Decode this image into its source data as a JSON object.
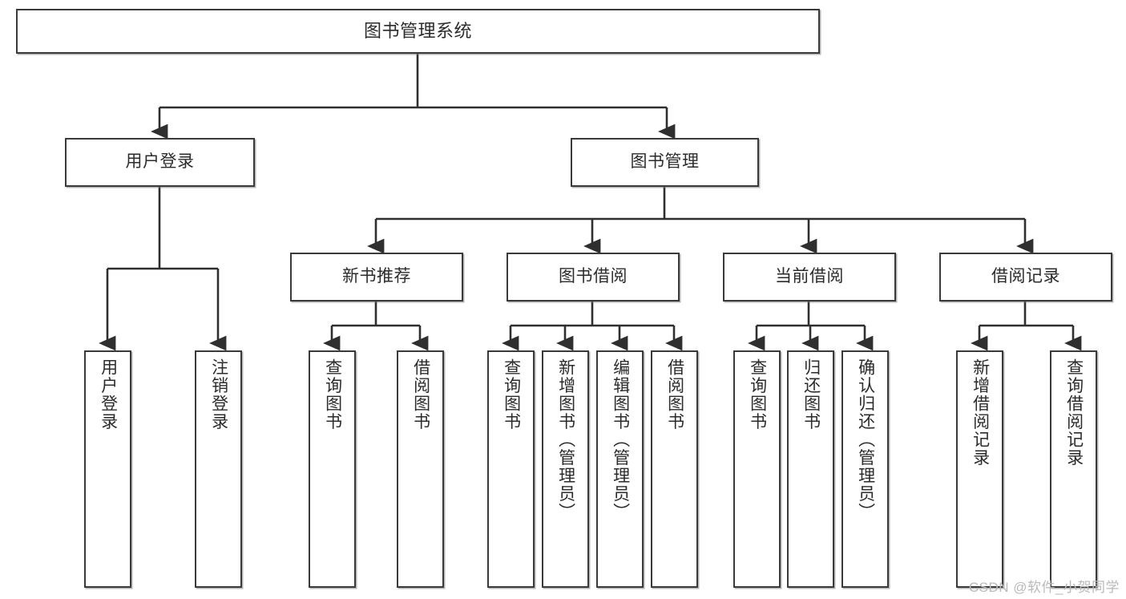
{
  "diagram": {
    "title": "图书管理系统",
    "type": "tree",
    "watermark": "CSDN @软件_小贺同学",
    "colors": {
      "box_border": "#3a3a3a",
      "box_fill": "#ffffff",
      "text": "#2b2b2b",
      "connector": "#2f2f2f",
      "watermark": "#b9b9b9",
      "background": "#ffffff"
    },
    "levels": {
      "root": {
        "label": "图书管理系统"
      },
      "level2": [
        {
          "label": "用户登录"
        },
        {
          "label": "图书管理"
        }
      ],
      "level3": [
        {
          "label": "新书推荐"
        },
        {
          "label": "图书借阅"
        },
        {
          "label": "当前借阅"
        },
        {
          "label": "借阅记录"
        }
      ],
      "leaves": {
        "user_login": [
          {
            "label": "用户登录"
          },
          {
            "label": "注销登录"
          }
        ],
        "new_book_recommend": [
          {
            "label": "查询图书"
          },
          {
            "label": "借阅图书"
          }
        ],
        "book_borrow": [
          {
            "label": "查询图书"
          },
          {
            "label": "新增图书（管理员）"
          },
          {
            "label": "编辑图书（管理员）"
          },
          {
            "label": "借阅图书"
          }
        ],
        "current_borrow": [
          {
            "label": "查询图书"
          },
          {
            "label": "归还图书"
          },
          {
            "label": "确认归还（管理员）"
          }
        ],
        "borrow_record": [
          {
            "label": "新增借阅记录"
          },
          {
            "label": "查询借阅记录"
          }
        ]
      }
    }
  }
}
